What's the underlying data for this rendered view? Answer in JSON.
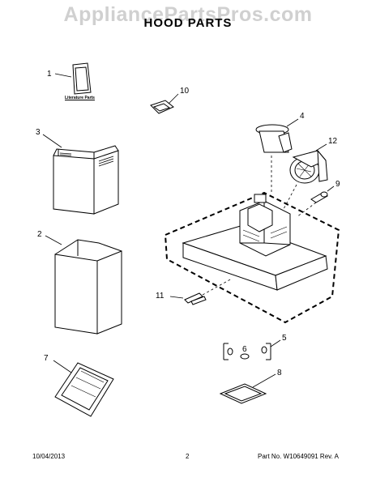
{
  "watermark": "AppliancePartsPros.com",
  "title": "HOOD PARTS",
  "literature_label": "Literature Parts",
  "callouts": {
    "c1": "1",
    "c2": "2",
    "c3": "3",
    "c4": "4",
    "c5": "5",
    "c6": "6",
    "c7": "7",
    "c8": "8",
    "c9": "9",
    "c10": "10",
    "c11": "11",
    "c12": "12"
  },
  "footer": {
    "date": "10/04/2013",
    "page": "2",
    "part_no": "Part No. W10649091  Rev. A"
  }
}
